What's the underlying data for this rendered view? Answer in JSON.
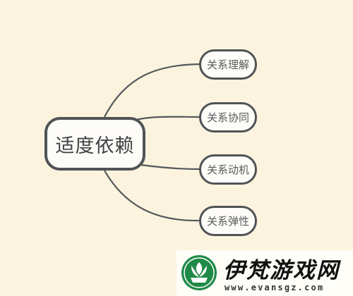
{
  "mindmap": {
    "root": "适度依赖",
    "children": [
      "关系理解",
      "关系协同",
      "关系动机",
      "关系弹性"
    ]
  },
  "watermark": {
    "title": "伊梵游戏网",
    "url": "www.evansgz.com",
    "icon": "tulip-logo-icon",
    "brand_color": "#1f8a47"
  }
}
